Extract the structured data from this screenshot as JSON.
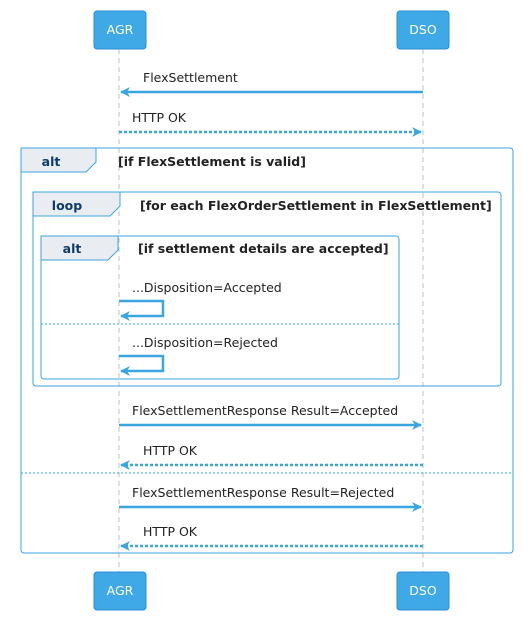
{
  "participants": {
    "agr": "AGR",
    "dso": "DSO"
  },
  "messages": {
    "m1": "FlexSettlement",
    "m2": "HTTP OK",
    "m3": "...Disposition=Accepted",
    "m4": "...Disposition=Rejected",
    "m5": "FlexSettlementResponse Result=Accepted",
    "m6": "HTTP OK",
    "m7": "FlexSettlementResponse Result=Rejected",
    "m8": "HTTP OK"
  },
  "fragments": {
    "outer": {
      "keyword": "alt",
      "guard": "[if FlexSettlement is valid]"
    },
    "loop": {
      "keyword": "loop",
      "guard": "[for each FlexOrderSettlement in FlexSettlement]"
    },
    "inner": {
      "keyword": "alt",
      "guard": "[if settlement details are accepted]"
    }
  },
  "colors": {
    "accent": "#3aa6e0",
    "participant_fill": "#3ea9e6",
    "participant_border": "#2a8fd0",
    "fragment_border": "#3aa6e0",
    "fragment_tab": "#e9edf1",
    "keyword": "#0b3b6e",
    "text": "#222222"
  }
}
